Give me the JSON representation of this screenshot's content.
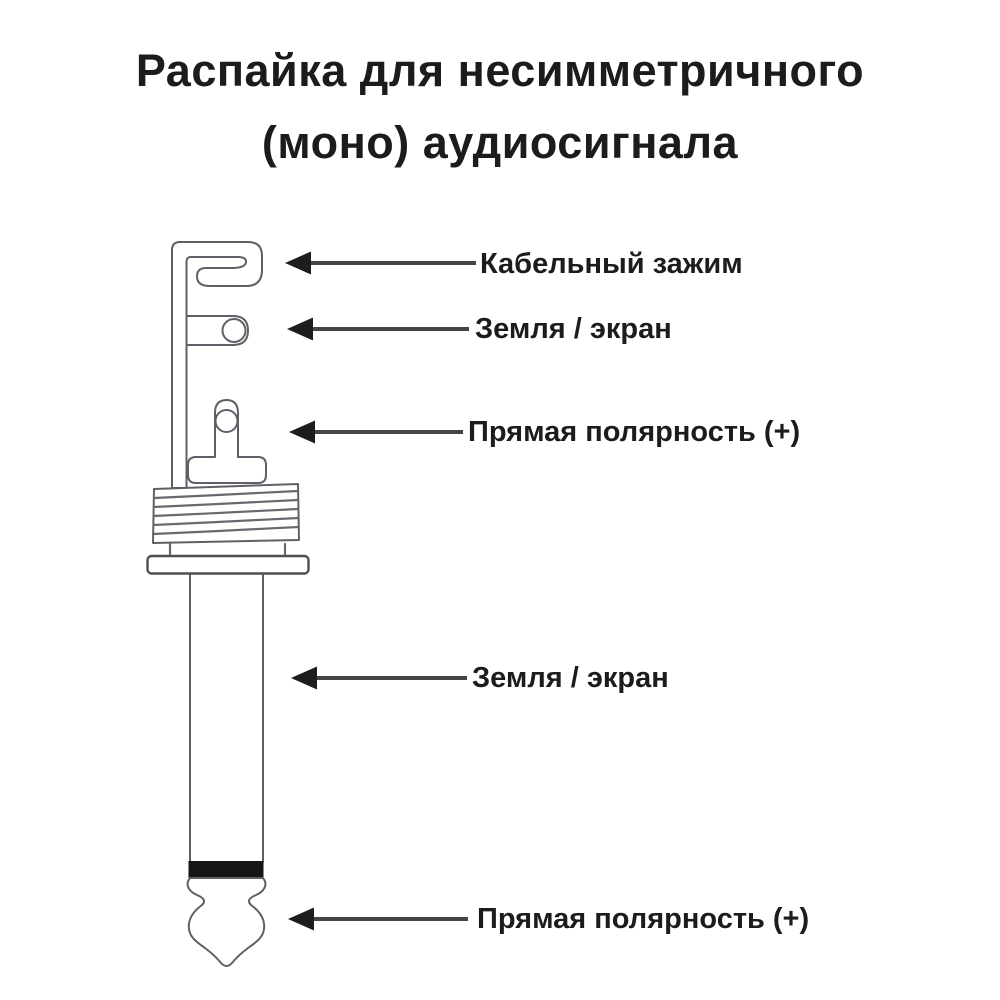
{
  "title": {
    "line1": "Распайка для несимметричного",
    "line2": "(моно) аудиосигнала"
  },
  "annotations": [
    {
      "label": "Кабельный зажим",
      "target_part": "cable-clamp"
    },
    {
      "label": "Земля / экран",
      "target_part": "ground-lug"
    },
    {
      "label": "Прямая полярность (+)",
      "target_part": "tip-terminal"
    },
    {
      "label": "Земля / экран",
      "target_part": "sleeve-shaft"
    },
    {
      "label": "Прямая полярность (+)",
      "target_part": "plug-tip"
    }
  ],
  "diagram": {
    "parts": [
      "cable-clamp",
      "ground-lug",
      "tip-terminal",
      "threaded-barrel",
      "neck",
      "flange",
      "sleeve-shaft",
      "insulator-ring",
      "plug-tip"
    ]
  },
  "colors": {
    "background": "#ffffff",
    "text": "#1c1c1c",
    "arrow_line": "#454545",
    "arrow_head": "#1d1d1d",
    "outline": "#5d6167",
    "insulator_ring": "#161616"
  }
}
